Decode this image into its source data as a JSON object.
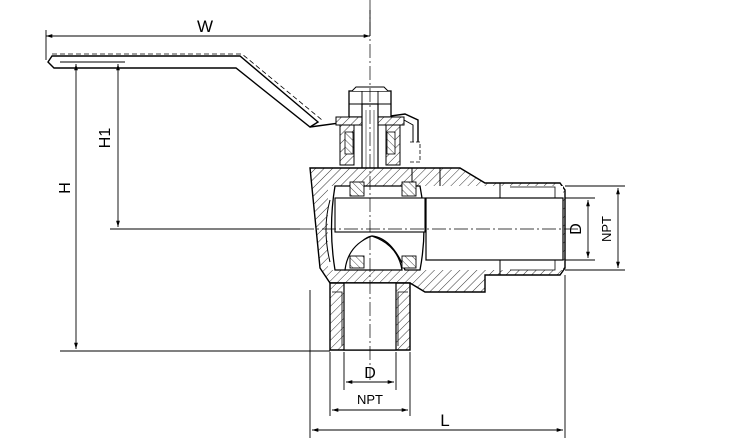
{
  "drawing": {
    "dimensions": {
      "width_label": "W",
      "handle_height_label": "H1",
      "height_label": "H",
      "length_label": "L",
      "side_bore_label": "D",
      "side_thread_label": "NPT",
      "bottom_bore_label": "D",
      "bottom_thread_label": "NPT"
    }
  }
}
